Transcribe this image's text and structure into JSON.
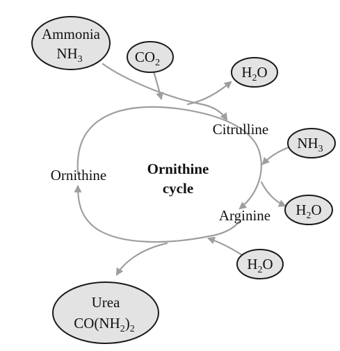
{
  "cycle": {
    "title_line1": "Ornithine",
    "title_line2": "cycle"
  },
  "nodes": {
    "ammonia": {
      "line1": "Ammonia",
      "line2_main": "NH",
      "line2_sub": "3"
    },
    "co2_in": {
      "main": "CO",
      "sub": "2"
    },
    "h2o_out_1": {
      "main1": "H",
      "sub": "2",
      "main2": "O"
    },
    "nh3_in": {
      "main": "NH",
      "sub": "3"
    },
    "h2o_out_2": {
      "main1": "H",
      "sub": "2",
      "main2": "O"
    },
    "h2o_in": {
      "main1": "H",
      "sub": "2",
      "main2": "O"
    },
    "urea": {
      "line1": "Urea",
      "line2_pre": "CO(NH",
      "line2_sub1": "2",
      "line2_mid": ")",
      "line2_sub2": "2"
    }
  },
  "intermediates": {
    "citrulline": "Citrulline",
    "arginine": "Arginine",
    "ornithine": "Ornithine"
  },
  "colors": {
    "arrow": "#9e9e9e",
    "node_fill": "#e3e3e3",
    "node_stroke": "#1a1a1a",
    "text": "#111111"
  }
}
